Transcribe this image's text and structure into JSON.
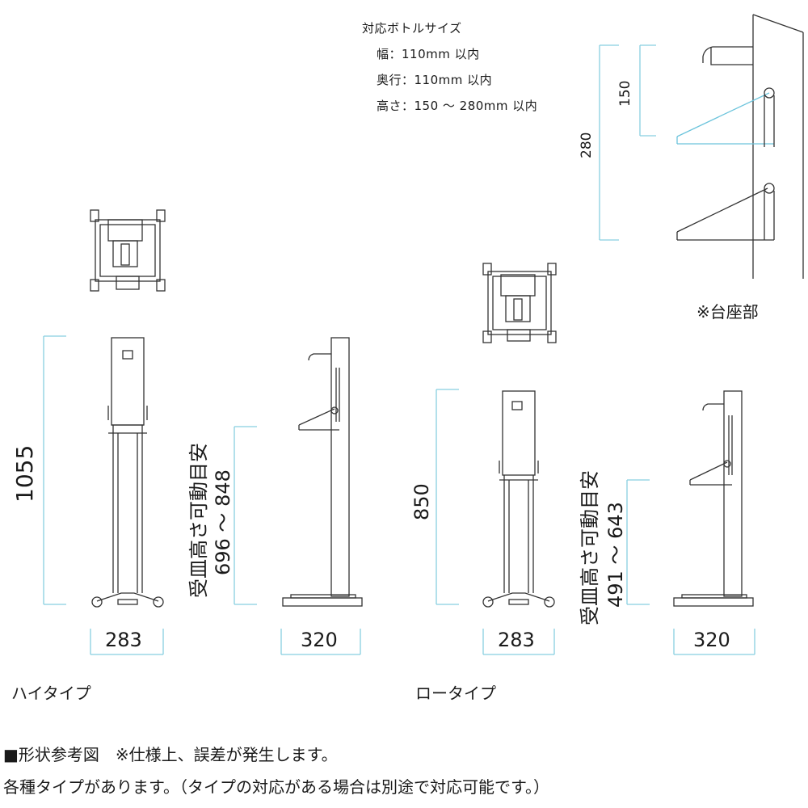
{
  "spec": {
    "title": "対応ボトルサイズ",
    "width": "幅：110mm 以内",
    "depth": "奥行：110mm 以内",
    "height": "高さ：150 ～ 280mm 以内"
  },
  "base_detail": {
    "dim_150": "150",
    "dim_280": "280",
    "caption": "※台座部"
  },
  "high": {
    "height": "1055",
    "tray_label": "受皿高さ可動目安",
    "tray_range": "696 ～ 848",
    "width_front": "283",
    "width_side": "320",
    "name": "ハイタイプ"
  },
  "low": {
    "height": "850",
    "tray_label": "受皿高さ可動目安",
    "tray_range": "491 ～ 643",
    "width_front": "283",
    "width_side": "320",
    "name": "ロータイプ"
  },
  "footer": {
    "line1": "■形状参考図　※仕様上、誤差が発生します。",
    "line2": "各種タイプがあります。（タイプの対応がある場合は別途で対応可能です。）"
  }
}
